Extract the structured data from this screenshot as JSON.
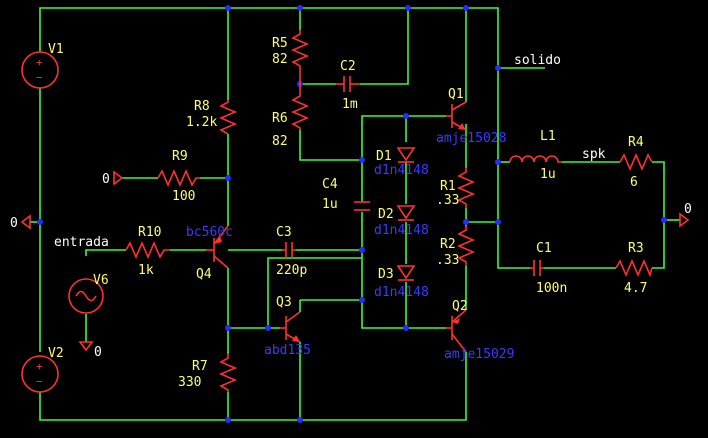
{
  "components": {
    "V1": {
      "ref": "V1"
    },
    "V2": {
      "ref": "V2"
    },
    "V6": {
      "ref": "V6"
    },
    "R5": {
      "ref": "R5",
      "value": "82"
    },
    "R6": {
      "ref": "R6",
      "value": "82"
    },
    "R8": {
      "ref": "R8",
      "value": "1.2k"
    },
    "R9": {
      "ref": "R9",
      "value": "100"
    },
    "R10": {
      "ref": "R10",
      "value": "1k"
    },
    "R7": {
      "ref": "R7",
      "value": "330"
    },
    "R1": {
      "ref": "R1",
      "value": ".33"
    },
    "R2": {
      "ref": "R2",
      "value": ".33"
    },
    "R3": {
      "ref": "R3",
      "value": "4.7"
    },
    "R4": {
      "ref": "R4",
      "value": "6"
    },
    "C1": {
      "ref": "C1",
      "value": "100n"
    },
    "C2": {
      "ref": "C2",
      "value": "1m"
    },
    "C3": {
      "ref": "C3",
      "value": "220p"
    },
    "C4": {
      "ref": "C4",
      "value": "1u"
    },
    "L1": {
      "ref": "L1",
      "value": "1u"
    },
    "D1": {
      "ref": "D1",
      "part": "d1n4148"
    },
    "D2": {
      "ref": "D2",
      "part": "d1n4148"
    },
    "D3": {
      "ref": "D3",
      "part": "d1n4148"
    },
    "Q1": {
      "ref": "Q1",
      "part": "amje15028"
    },
    "Q2": {
      "ref": "Q2",
      "part": "amje15029"
    },
    "Q3": {
      "ref": "Q3",
      "part": "abd135"
    },
    "Q4": {
      "ref": "Q4",
      "part": "bc560c"
    }
  },
  "nets": {
    "gnd_left": "0",
    "gnd_r9": "0",
    "gnd_v6": "0",
    "gnd_out": "0",
    "entrada": "entrada",
    "solido": "solido",
    "spk": "spk"
  },
  "signs": {
    "plus": "+",
    "minus": "−"
  },
  "colors": {
    "background": "#000000",
    "wire": "#33ff33",
    "component": "#ff3030",
    "label": "#ffff66",
    "part": "#3a3aff",
    "junction": "#2a2aff"
  }
}
